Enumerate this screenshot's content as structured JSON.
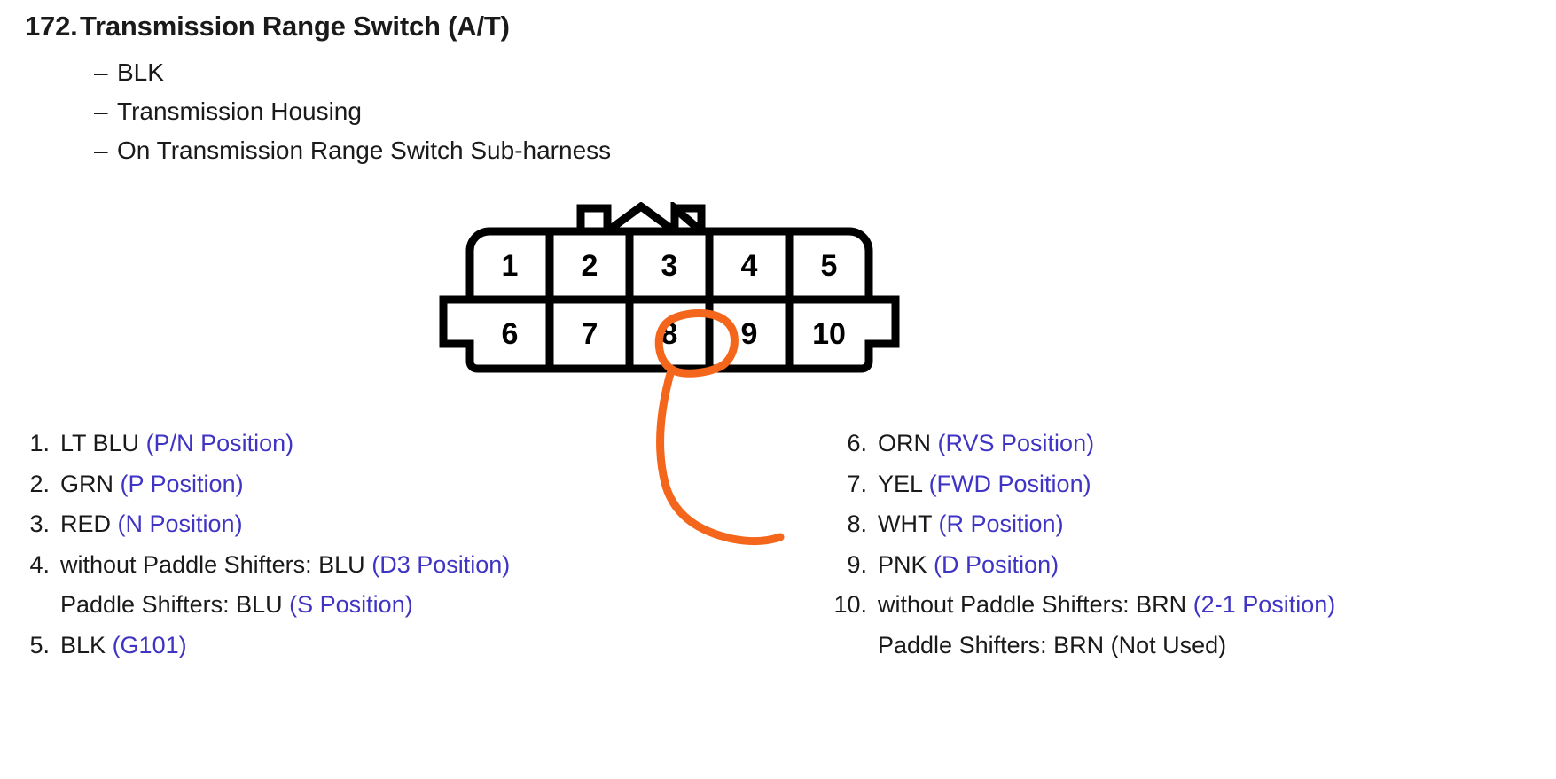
{
  "header": {
    "number": "172.",
    "title": "Transmission Range Switch (A/T)",
    "dash": "–",
    "bullets": [
      "BLK",
      "Transmission Housing",
      "On Transmission Range Switch Sub-harness"
    ]
  },
  "connector": {
    "top_row": [
      "1",
      "2",
      "3",
      "4",
      "5"
    ],
    "bottom_row": [
      "6",
      "7",
      "8",
      "9",
      "10"
    ],
    "highlighted_pin": "8"
  },
  "pins_left": [
    {
      "num": "1.",
      "wire": "LT BLU",
      "position": "(P/N Position)",
      "position_color": "blue"
    },
    {
      "num": "2.",
      "wire": "GRN",
      "position": "(P Position)",
      "position_color": "blue"
    },
    {
      "num": "3.",
      "wire": "RED",
      "position": "(N Position)",
      "position_color": "blue"
    },
    {
      "num": "4.",
      "wire": "without Paddle Shifters: BLU",
      "position": "(D3 Position)",
      "position_color": "blue",
      "sub_wire": "Paddle Shifters: BLU",
      "sub_position": "(S Position)",
      "sub_position_color": "blue"
    },
    {
      "num": "5.",
      "wire": "BLK",
      "position": "(G101)",
      "position_color": "blue"
    }
  ],
  "pins_right": [
    {
      "num": "6.",
      "wire": "ORN",
      "position": "(RVS Position)",
      "position_color": "blue"
    },
    {
      "num": "7.",
      "wire": "YEL",
      "position": "(FWD Position)",
      "position_color": "blue"
    },
    {
      "num": "8.",
      "wire": "WHT",
      "position": "(R Position)",
      "position_color": "blue"
    },
    {
      "num": "9.",
      "wire": "PNK",
      "position": "(D Position)",
      "position_color": "blue"
    },
    {
      "num": "10.",
      "wire": "without Paddle Shifters: BRN",
      "position": "(2-1 Position)",
      "position_color": "blue",
      "sub_wire": "Paddle Shifters: BRN (Not Used)",
      "sub_position": "",
      "sub_position_color": "black"
    }
  ],
  "colors": {
    "annotation": "#f4661b",
    "position_text": "#3f34c4",
    "body_text": "#1a1a1a",
    "connector_outline": "#000000",
    "background": "#ffffff"
  }
}
